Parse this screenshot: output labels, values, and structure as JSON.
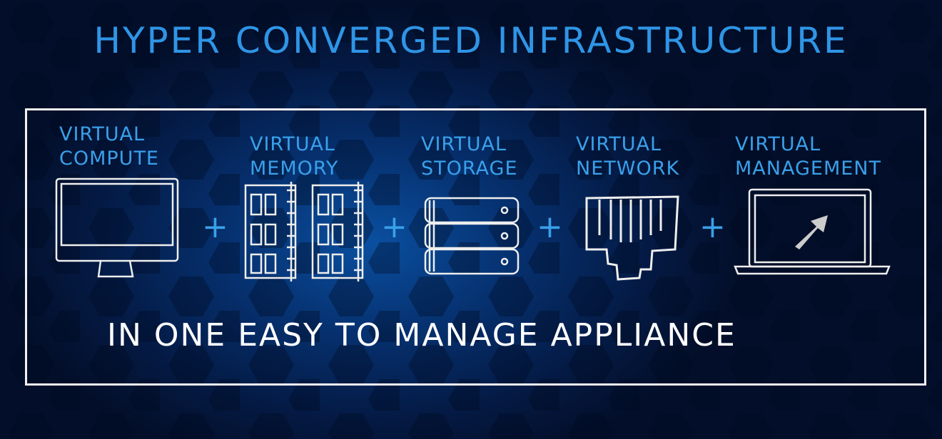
{
  "title": "HYPER CONVERGED INFRASTRUCTURE",
  "components": [
    {
      "line1": "VIRTUAL",
      "line2": "COMPUTE",
      "icon": "monitor-icon"
    },
    {
      "line1": "VIRTUAL",
      "line2": "MEMORY",
      "icon": "memory-module-icon"
    },
    {
      "line1": "VIRTUAL",
      "line2": "STORAGE",
      "icon": "server-stack-icon"
    },
    {
      "line1": "VIRTUAL",
      "line2": "NETWORK",
      "icon": "ethernet-port-icon"
    },
    {
      "line1": "VIRTUAL",
      "line2": "MANAGEMENT",
      "icon": "laptop-arrow-icon"
    }
  ],
  "plus": "+",
  "tagline": "IN ONE EASY TO MANAGE APPLIANCE",
  "colors": {
    "accent": "#3aa0ea",
    "background": "#041a44",
    "line": "#f2f2f2"
  }
}
